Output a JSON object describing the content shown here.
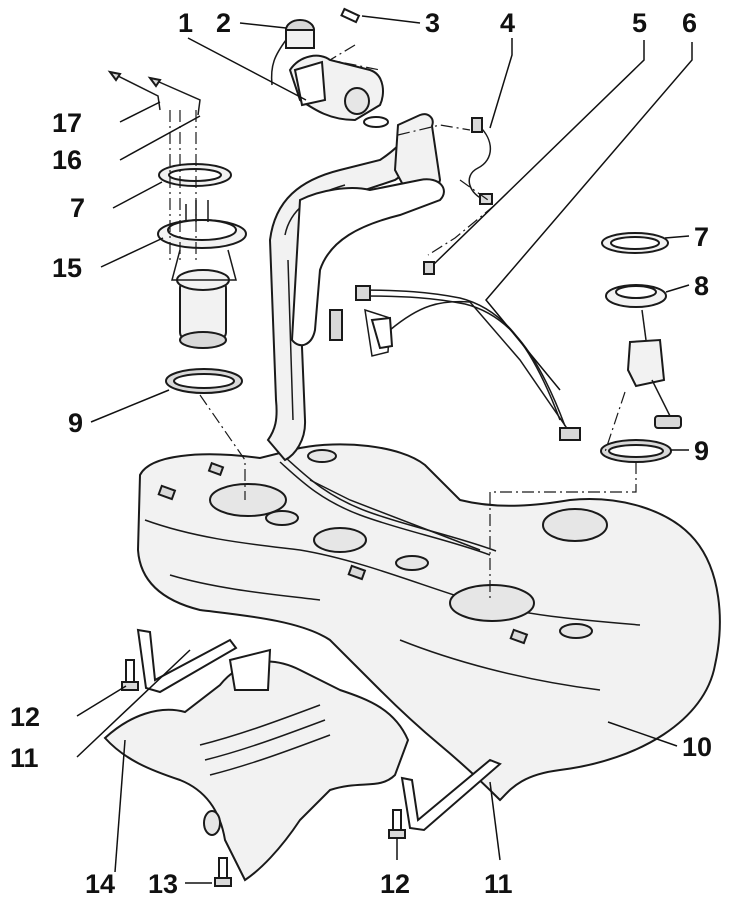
{
  "callouts": {
    "c1": "1",
    "c2": "2",
    "c3": "3",
    "c4": "4",
    "c5": "5",
    "c6": "6",
    "c7_left": "7",
    "c7_right": "7",
    "c8": "8",
    "c9_left": "9",
    "c9_right": "9",
    "c10": "10",
    "c11_left": "11",
    "c11_right": "11",
    "c12_left": "12",
    "c12_right": "12",
    "c13": "13",
    "c14": "14",
    "c15": "15",
    "c16": "16",
    "c17": "17"
  }
}
